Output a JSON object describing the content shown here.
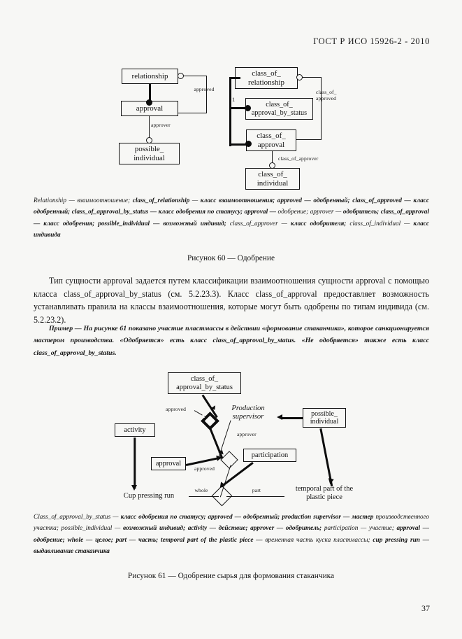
{
  "header": {
    "standard": "ГОСТ Р ИСО 15926-2 - 2010"
  },
  "page": {
    "number": "37"
  },
  "figure60": {
    "caption": "Рисунок 60 — Одобрение",
    "left_panel": {
      "entities": [
        {
          "name": "relationship",
          "lines": [
            "relationship"
          ]
        },
        {
          "name": "approval",
          "lines": [
            "approval"
          ]
        },
        {
          "name": "possible_individual",
          "lines": [
            "possible_",
            "individual"
          ]
        }
      ],
      "edge_labels": [
        "approved",
        "approver"
      ]
    },
    "right_panel": {
      "entities": [
        {
          "name": "class_of_relationship",
          "lines": [
            "class_of_",
            "relationship"
          ]
        },
        {
          "name": "class_of_approval_by_status",
          "lines": [
            "class_of_",
            "approval_by_status"
          ]
        },
        {
          "name": "class_of_approval",
          "lines": [
            "class_of_",
            "approval"
          ]
        },
        {
          "name": "class_of_individual",
          "lines": [
            "class_of_",
            "individual"
          ]
        }
      ],
      "edge_labels": [
        "class_of_",
        "approved",
        "class_of_approver"
      ],
      "cardinality": "1"
    },
    "legend": "Relationship — взаимоотношение; <b>class_of_relationship</b> — <b>класс взаимоотношения; approved — одобренный; class_of_approved — класс одобренный; class_of_approval_by_status — класс одобрения по статусу; approval —</b> одобрение; approver — <b>одобритель; class_of_approval — класс одобрения; possible_individual — возможный индивид;</b> class_of_approver — <b>класс одобрителя;</b> class_of_individual — <b>класс индивида</b>"
  },
  "body": {
    "paragraph1": "Тип сущности approval задается путем классификации взаимоотношения сущности approval с помощью класса class_of_approval_by_status (см. 5.2.23.3). Класс class_of_approval предоставляет возможность устанавливать правила на классы взаимоотношения, которые могут быть одобрены по типам индивида (см. 5.2.23.2).",
    "example": "<b>Пример — На рисунке 61 показано участие пластмассы в действии «формование стаканчика», которое санкционируется мастером производства. «Одобряется» есть класс class_of_approval_by_status. «Не одобряется» также есть класс class_of_approval_by_status.</b>"
  },
  "figure61": {
    "caption": "Рисунок 61 — Одобрение сырья для формования стаканчика",
    "entities": [
      {
        "name": "class_of_approval_by_status",
        "lines": [
          "class_of_",
          "approval_by_status"
        ]
      },
      {
        "name": "possible_individual",
        "lines": [
          "possible_",
          "individual"
        ]
      },
      {
        "name": "activity",
        "lines": [
          "activity"
        ]
      },
      {
        "name": "approval",
        "lines": [
          "approval"
        ]
      },
      {
        "name": "participation",
        "lines": [
          "participation"
        ]
      }
    ],
    "instances": [
      {
        "name": "production-supervisor",
        "lines": [
          "Production",
          "supervisor"
        ]
      },
      {
        "name": "cup-pressing-run",
        "lines": [
          "Cup pressing run"
        ]
      },
      {
        "name": "temporal-part-of-the-plastic-piece",
        "lines": [
          "temporal part of the",
          "plastic piece"
        ]
      }
    ],
    "edge_labels": [
      "approved",
      "approver",
      "approved",
      "whole",
      "part"
    ],
    "legend": "Class_of_approval_by_status — <b>класс одобрения по статусу; approved — одобренный; production supervisor — мастер</b> производственного участка; possible_individual — <b>возможный индивид; activity — действие; approver — одобритель;</b> participation — участие; <b>approval — одобрение; whole — целое; part — часть; temporal part of the plastic piece —</b> временная часть куска пластмассы; <b>cup pressing run — выдавливание стаканчика</b>"
  }
}
